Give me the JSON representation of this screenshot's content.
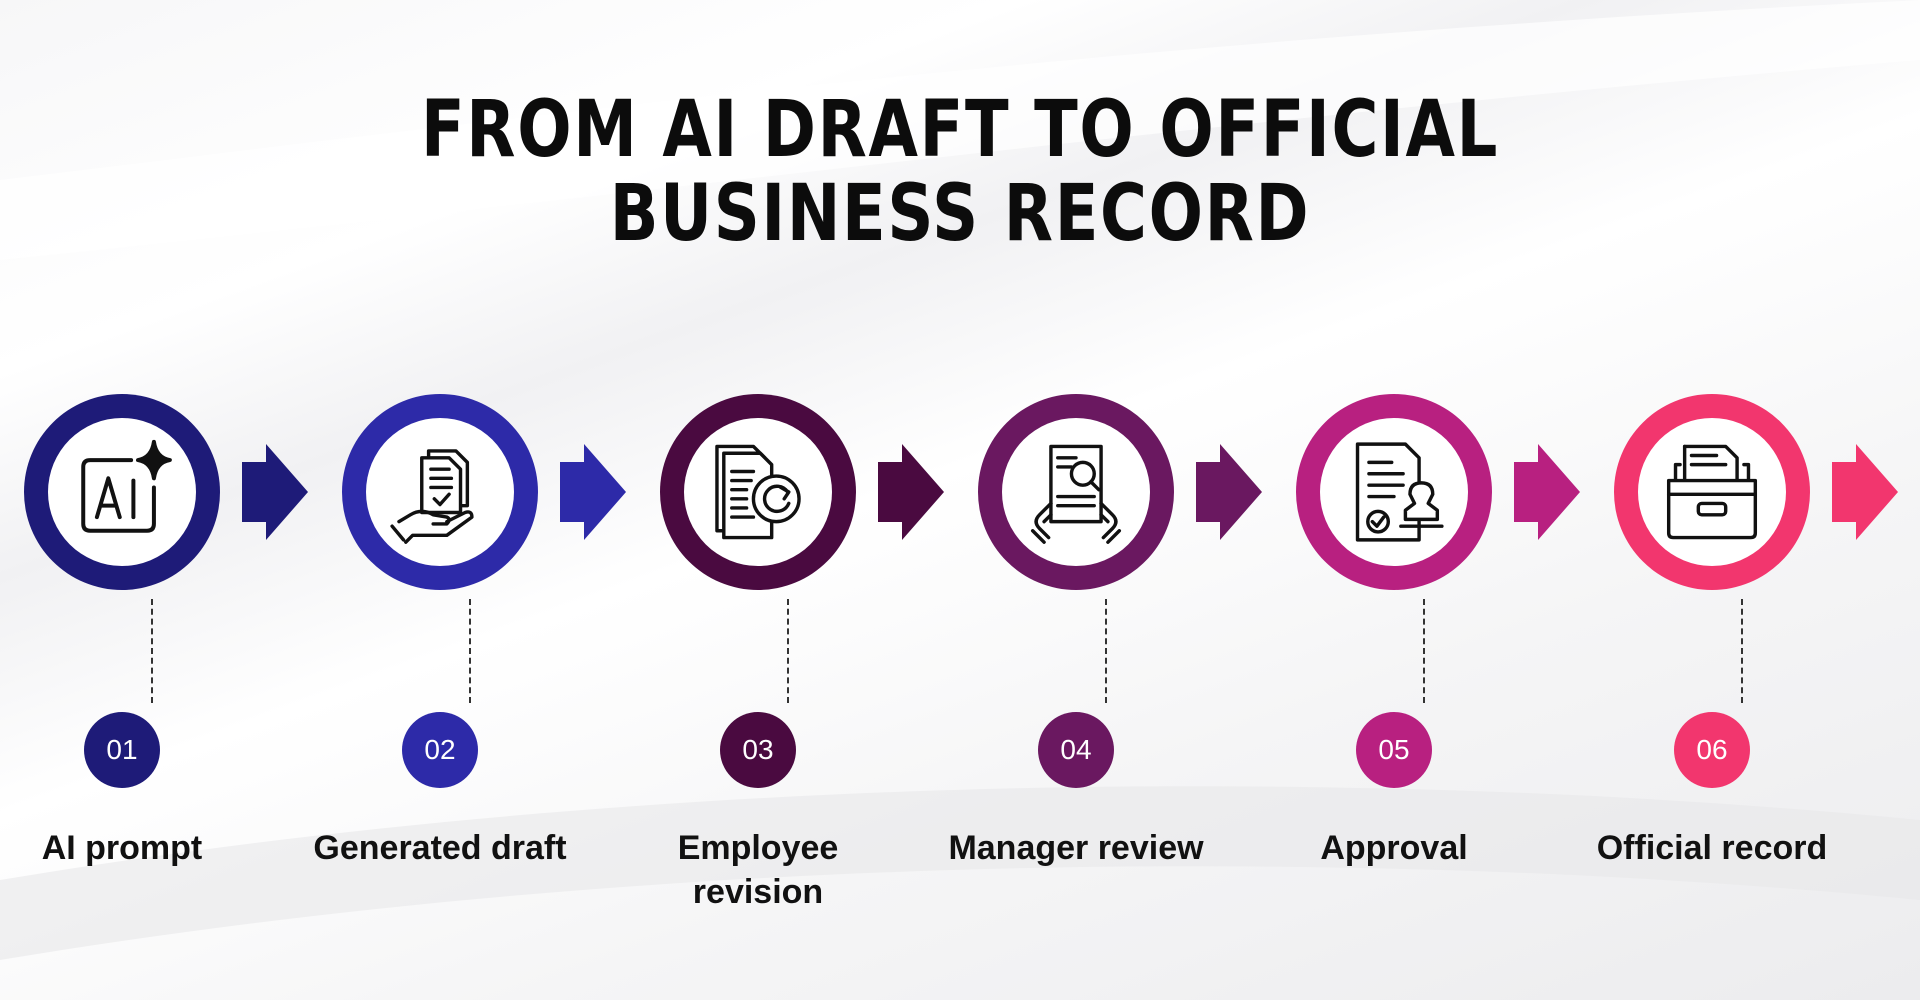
{
  "title": {
    "line1": "FROM AI DRAFT TO OFFICIAL",
    "line2": "BUSINESS RECORD"
  },
  "steps": [
    {
      "number": "01",
      "label": "AI prompt",
      "icon": "ai-sparkle-icon",
      "color": "#1e1b78"
    },
    {
      "number": "02",
      "label": "Generated draft",
      "icon": "document-in-hand-icon",
      "color": "#2d2aa8"
    },
    {
      "number": "03",
      "label": "Employee revision",
      "icon": "document-refresh-icon",
      "color": "#4a0a40"
    },
    {
      "number": "04",
      "label": "Manager review",
      "icon": "document-magnifier-icon",
      "color": "#6a1860"
    },
    {
      "number": "05",
      "label": "Approval",
      "icon": "document-stamp-icon",
      "color": "#b82080"
    },
    {
      "number": "06",
      "label": "Official record",
      "icon": "archive-box-icon",
      "color": "#f2366e"
    }
  ]
}
